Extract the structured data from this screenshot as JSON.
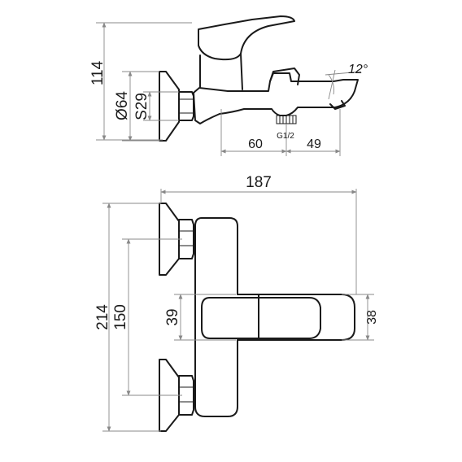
{
  "side_view": {
    "height_total": "114",
    "flange_diameter": "Ø64",
    "nut_size": "S29",
    "pipe_thread": "G1/2",
    "wall_to_thread": "60",
    "thread_to_outlet": "49",
    "spout_angle": "12°"
  },
  "front_view": {
    "width_total": "187",
    "height_total": "214",
    "connection_spacing": "150",
    "handle_height": "39",
    "body_height": "38"
  }
}
